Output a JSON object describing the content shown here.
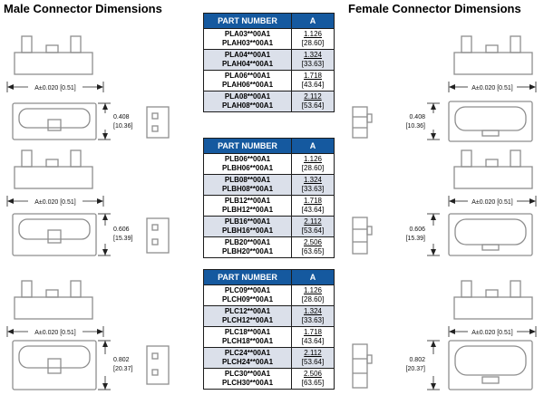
{
  "page": {
    "male_heading": "Male Connector Dimensions",
    "female_heading": "Female Connector Dimensions"
  },
  "dim_labels": {
    "a": "A±0.020 [0.51]",
    "rows": [
      {
        "in": "0.408",
        "mm": "[10.36]"
      },
      {
        "in": "0.606",
        "mm": "[15.39]"
      },
      {
        "in": "0.802",
        "mm": "[20.37]"
      }
    ]
  },
  "tables": [
    {
      "header": {
        "part": "PART NUMBER",
        "a": "A"
      },
      "rows": [
        {
          "pn1": "PLA03**00A1",
          "pn2": "PLAH03**00A1",
          "in": "1.126",
          "mm": "[28.60]"
        },
        {
          "pn1": "PLA04**00A1",
          "pn2": "PLAH04**00A1",
          "in": "1.324",
          "mm": "[33.63]"
        },
        {
          "pn1": "PLA06**00A1",
          "pn2": "PLAH06**00A1",
          "in": "1.718",
          "mm": "[43.64]"
        },
        {
          "pn1": "PLA08**00A1",
          "pn2": "PLAH08**00A1",
          "in": "2.112",
          "mm": "[53.64]"
        }
      ]
    },
    {
      "header": {
        "part": "PART NUMBER",
        "a": "A"
      },
      "rows": [
        {
          "pn1": "PLB06**00A1",
          "pn2": "PLBH06**00A1",
          "in": "1.126",
          "mm": "[28.60]"
        },
        {
          "pn1": "PLB08**00A1",
          "pn2": "PLBH08**00A1",
          "in": "1.324",
          "mm": "[33.63]"
        },
        {
          "pn1": "PLB12**00A1",
          "pn2": "PLBH12**00A1",
          "in": "1.718",
          "mm": "[43.64]"
        },
        {
          "pn1": "PLB16**00A1",
          "pn2": "PLBH16**00A1",
          "in": "2.112",
          "mm": "[53.64]"
        },
        {
          "pn1": "PLB20**00A1",
          "pn2": "PLBH20**00A1",
          "in": "2.506",
          "mm": "[63.65]"
        }
      ]
    },
    {
      "header": {
        "part": "PART NUMBER",
        "a": "A"
      },
      "rows": [
        {
          "pn1": "PLC09**00A1",
          "pn2": "PLCH09**00A1",
          "in": "1.126",
          "mm": "[28.60]"
        },
        {
          "pn1": "PLC12**00A1",
          "pn2": "PLCH12**00A1",
          "in": "1.324",
          "mm": "[33.63]"
        },
        {
          "pn1": "PLC18**00A1",
          "pn2": "PLCH18**00A1",
          "in": "1.718",
          "mm": "[43.64]"
        },
        {
          "pn1": "PLC24**00A1",
          "pn2": "PLCH24**00A1",
          "in": "2.112",
          "mm": "[53.64]"
        },
        {
          "pn1": "PLC30**00A1",
          "pn2": "PLCH30**00A1",
          "in": "2.506",
          "mm": "[63.65]"
        }
      ]
    }
  ],
  "colors": {
    "table_header_bg": "#15599f",
    "table_header_text": "#ffffff",
    "row_alt_bg": "#dbe0ea",
    "drawing_line": "#8e8e8e",
    "dimension_line": "#222222"
  }
}
